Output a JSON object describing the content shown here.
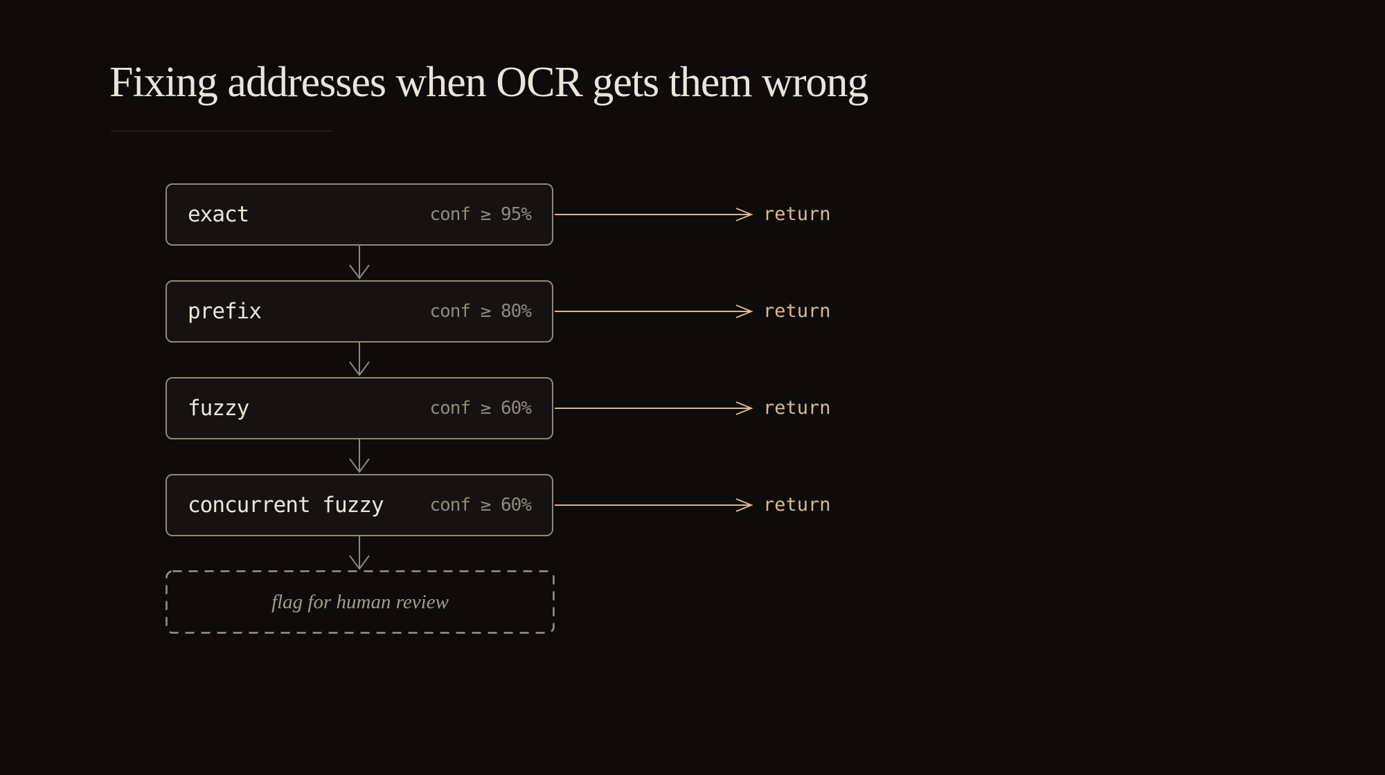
{
  "title": "Fixing addresses when OCR gets them wrong",
  "colors": {
    "background": "#0d0c0a",
    "title": "#eae5dc",
    "divider": "#34312d",
    "box_border": "#8e897c",
    "box_fill": "#151311",
    "label": "#ebe6db",
    "condition": "#8f8a7d",
    "connector": "#8e897c",
    "arrow": "#d9ba8e",
    "return": "#d9ba8e",
    "fallback_border": "#9b9588",
    "fallback_text": "#a39d90"
  },
  "diagram": {
    "steps": [
      {
        "label": "exact",
        "condition": "conf ≥ 95%",
        "result": "return"
      },
      {
        "label": "prefix",
        "condition": "conf ≥ 80%",
        "result": "return"
      },
      {
        "label": "fuzzy",
        "condition": "conf ≥ 60%",
        "result": "return"
      },
      {
        "label": "concurrent fuzzy",
        "condition": "conf ≥ 60%",
        "result": "return"
      }
    ],
    "fallback": {
      "label": "flag for human review"
    }
  }
}
